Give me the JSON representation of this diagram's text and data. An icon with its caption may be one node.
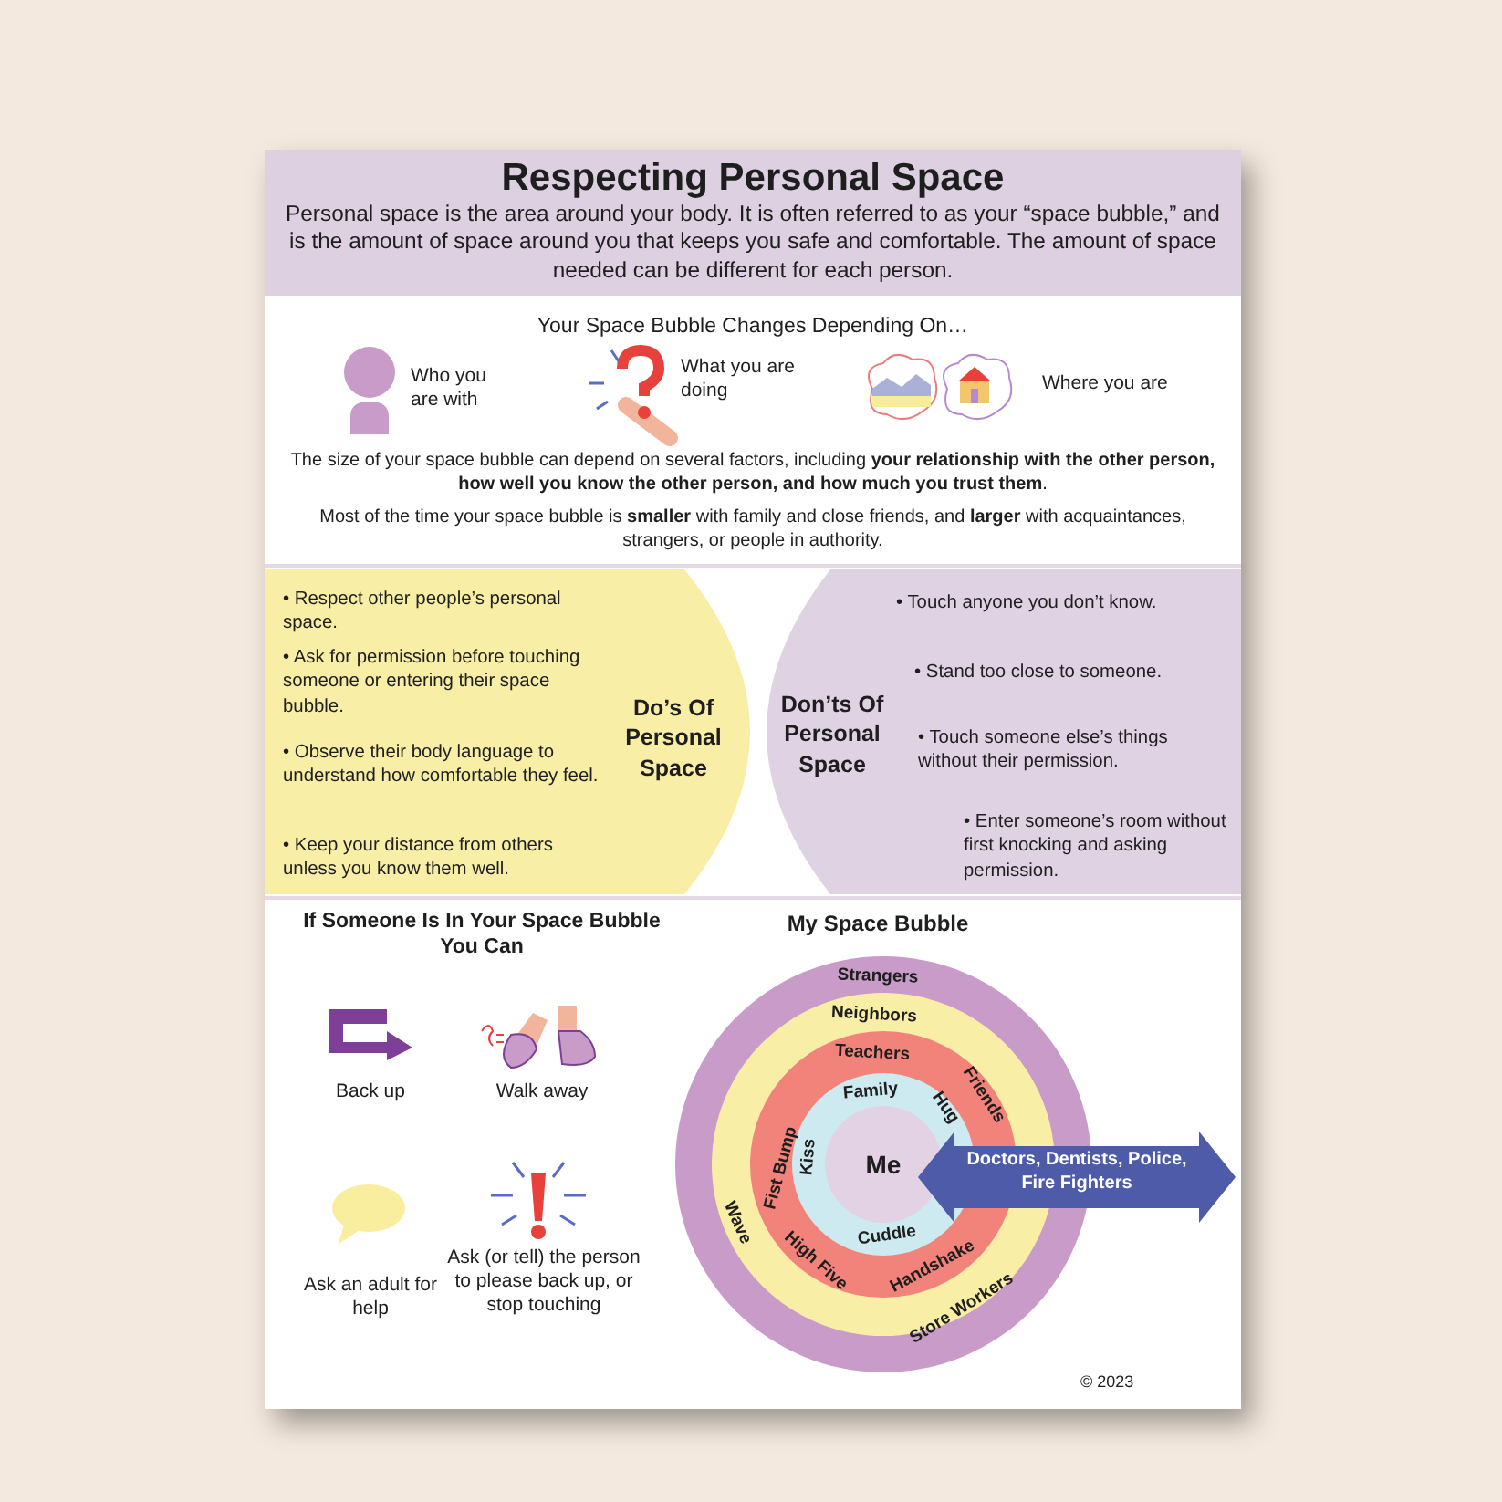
{
  "diagram": {
    "title": "Respecting Personal Space",
    "nodes": [
      {
        "text": [
          "Do’s Of Personal Space",
          "• Respect other people’s personal space.",
          "• Ask for permission before touching someone or entering their space bubble.",
          "• Observe their body language to understand how comfortable they feel.",
          "• Keep your distance from others unless you know them well."
        ]
      },
      {
        "text": [
          "Don’ts Of Personal Space",
          "• Touch anyone you don’t know.",
          "• Stand too close to someone.",
          "• Touch someone else’s things without their permission.",
          "• Enter someone’s room without first knocking and asking permission."
        ]
      },
      {
        "text": [
          "Strangers"
        ]
      },
      {
        "text": [
          "Neighbors",
          "Wave",
          "Store Workers"
        ],
        "in": 2
      },
      {
        "text": [
          "Teachers",
          "Friends",
          "Fist Bump",
          "High Five",
          "Handshake"
        ],
        "in": 3
      },
      {
        "text": [
          "Family",
          "Hug",
          "Kiss",
          "Cuddle"
        ],
        "in": 4
      },
      {
        "text": [
          "Me"
        ],
        "in": 5
      },
      {
        "text": [
          "Doctors, Dentists, Police, Fire Fighters"
        ]
      }
    ],
    "labels": [
      "Personal space is the area around your body.  It is often referred to as your “space bubble,” and is the amount of space around you that keeps you safe and comfortable.  The amount of space needed can be different for each person.",
      "Your Space Bubble Changes Depending On…",
      "Who you are with",
      "What you are doing",
      "Where you are",
      "The size of your space bubble can depend on several factors, including **your relationship with the other person, how well you know the other person, and how much you trust them**.",
      "Most of the time your space bubble is **smaller** with family and close friends, and **larger** with acquaintances, strangers, or people in authority.",
      "If Someone Is In Your Space Bubble You Can",
      "My Space Bubble",
      "Back up",
      "Walk away",
      "Ask an adult for help",
      "Ask (or tell) the person to please back up, or stop touching",
      "© 2023"
    ]
  }
}
